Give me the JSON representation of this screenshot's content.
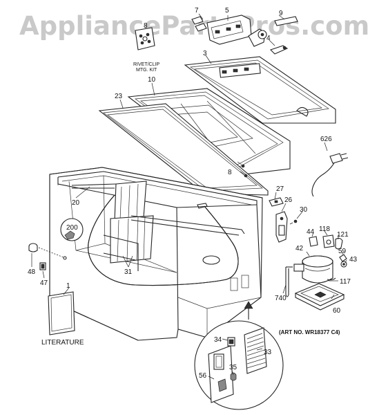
{
  "watermark": "AppliancePartsPros.com",
  "art_number": "(ART NO. WR18377 C4)",
  "literature_label": "LITERATURE",
  "kit_label_line1": "RIVET/CLIP",
  "kit_label_line2": "MTG. KIT",
  "callouts": {
    "c1": "1",
    "c3": "3",
    "c4": "4",
    "c5": "5",
    "c7": "7",
    "c8a": "8",
    "c8b": "8",
    "c9": "9",
    "c10": "10",
    "c20": "20",
    "c23": "23",
    "c26": "26",
    "c27": "27",
    "c30": "30",
    "c31": "31",
    "c33": "33",
    "c34": "34",
    "c35": "35",
    "c42": "42",
    "c43": "43",
    "c44": "44",
    "c47": "47",
    "c48": "48",
    "c56": "56",
    "c59": "59",
    "c60": "60",
    "c117": "117",
    "c118": "118",
    "c121": "121",
    "c200": "200",
    "c626": "626",
    "c740": "740"
  }
}
